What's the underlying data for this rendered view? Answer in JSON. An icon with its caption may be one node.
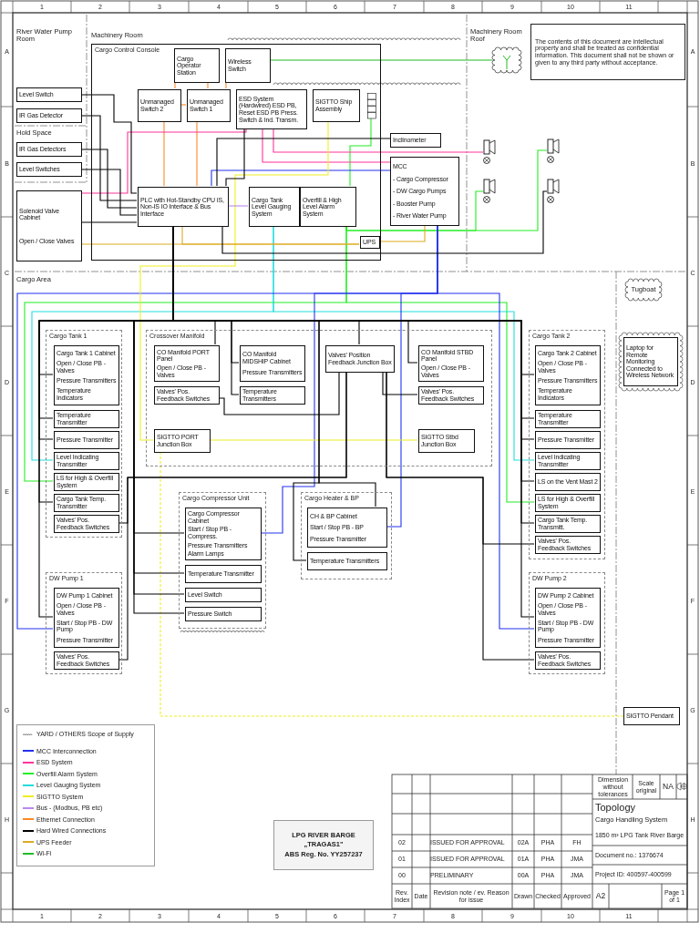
{
  "diagram": {
    "nodes": [
      {
        "text": [
          "Cargo Control Console"
        ]
      },
      {
        "text": [
          "Cargo Operator Station"
        ],
        "in": 0
      },
      {
        "text": [
          "Wireless Switch"
        ],
        "in": 0
      },
      {
        "text": [
          "Unmanaged Switch 2"
        ],
        "in": 0
      },
      {
        "text": [
          "Unmanaged Switch 1"
        ],
        "in": 0
      },
      {
        "text": [
          "ESD System (Hardwired) ESD PB, Reset ESD PB Press. Switch & Ind. Transm."
        ],
        "in": 0
      },
      {
        "text": [
          "SIGTTO Ship Assembly"
        ],
        "in": 0
      },
      {
        "text": [],
        "shape": "box",
        "in": 0
      },
      {
        "text": [
          "PLC with Hot-Standby CPU IS, Non-IS IO Interface & Bus Interface"
        ],
        "in": 0
      },
      {
        "text": [
          "Cargo Tank Level Gauging System"
        ],
        "in": 0
      },
      {
        "text": [
          "Overfill & High Level Alarm System"
        ],
        "in": 0
      },
      {
        "text": [
          "UPS"
        ],
        "in": 0
      },
      {
        "text": [
          "Level Switch"
        ]
      },
      {
        "text": [
          "IR Gas Detector"
        ]
      },
      {
        "text": [
          "IR Gas Detectors"
        ]
      },
      {
        "text": [
          "Level Switches"
        ]
      },
      {
        "text": [
          "Solenoid Valve Cabinet",
          "Open / Close Valves"
        ]
      },
      {
        "text": [
          "Inclinometer"
        ]
      },
      {
        "text": [
          "MCC",
          "- Cargo Compressor",
          "- DW Cargo Pumps",
          "- Booster Pump",
          "- River Water Pump"
        ]
      },
      {
        "text": [],
        "shape": "cloud"
      },
      {
        "text": [],
        "shape": "picture"
      },
      {
        "text": [],
        "shape": "picture"
      },
      {
        "text": [],
        "shape": "picture"
      },
      {
        "text": [],
        "shape": "picture"
      },
      {
        "text": [
          "Cargo Tank 1"
        ]
      },
      {
        "text": [
          "Cargo Tank 1 Cabinet",
          "Open / Close PB - Valves",
          "Pressure Transmitters",
          "Temperature Indicators"
        ],
        "in": 24
      },
      {
        "text": [
          "Temperature Transmitter"
        ],
        "in": 24
      },
      {
        "text": [
          "Pressure Transmitter"
        ],
        "in": 24
      },
      {
        "text": [
          "Level Indicating Transmitter"
        ],
        "in": 24
      },
      {
        "text": [
          "LS for High & Overfill System"
        ],
        "in": 24
      },
      {
        "text": [
          "Cargo Tank Temp. Transmitter"
        ],
        "in": 24
      },
      {
        "text": [
          "Valves' Pos. Feedback Switches"
        ],
        "in": 24
      },
      {
        "text": [
          "Crossover Manifold"
        ]
      },
      {
        "text": [
          "CO Manifold PORT Panel",
          "Open / Close PB - Valves"
        ],
        "in": 32
      },
      {
        "text": [
          "Valves' Pos. Feedback Switches"
        ],
        "in": 32
      },
      {
        "text": [
          "CO Manifold MIDSHIP Cabinet",
          "Pressure Transmitters"
        ],
        "in": 32
      },
      {
        "text": [
          "Temperature Transmitters"
        ],
        "in": 32
      },
      {
        "text": [
          "Valves' Position Feedback Junction Box"
        ],
        "in": 32
      },
      {
        "text": [
          "CO Manifold STBD Panel",
          "Open / Close PB - Valves"
        ],
        "in": 32
      },
      {
        "text": [
          "Valves' Pos. Feedback Switches"
        ],
        "in": 32
      },
      {
        "text": [
          "SIGTTO PORT Junction Box"
        ],
        "in": 32
      },
      {
        "text": [
          "SIGTTO Stbd Junction Box"
        ],
        "in": 32
      },
      {
        "text": [
          "Cargo Tank 2"
        ]
      },
      {
        "text": [
          "Cargo Tank 2 Cabinet",
          "Open / Close PB - Valves",
          "Pressure Transmitters",
          "Temperature Indicators"
        ],
        "in": 42
      },
      {
        "text": [
          "Temperature Transmitter"
        ],
        "in": 42
      },
      {
        "text": [
          "Pressure Transmitter"
        ],
        "in": 42
      },
      {
        "text": [
          "Level Indicating Transmitter"
        ],
        "in": 42
      },
      {
        "text": [
          "LS on the Vent Mast 2"
        ],
        "in": 42
      },
      {
        "text": [
          "LS for High & Overfill System"
        ],
        "in": 42
      },
      {
        "text": [
          "Cargo Tank Temp. Transmitt."
        ],
        "in": 42
      },
      {
        "text": [
          "Valves' Pos. Feedback Switches"
        ],
        "in": 42
      },
      {
        "text": [
          "Tugboat"
        ]
      },
      {
        "text": [
          "Laptop for Remote Monitoring Connected to Wireless Network"
        ]
      },
      {
        "text": [
          "Cargo Compressor Unit"
        ]
      },
      {
        "text": [
          "Cargo Compressor Cabinet",
          "Start / Stop PB - Compress.",
          "Pressure Transmitters",
          "Alarm Lamps"
        ],
        "in": 53
      },
      {
        "text": [
          "Temperature Transmitter"
        ],
        "in": 53
      },
      {
        "text": [
          "Level Switch"
        ],
        "in": 53
      },
      {
        "text": [
          "Pressure Switch"
        ],
        "in": 53
      },
      {
        "text": [
          "Cargo Heater & BP"
        ]
      },
      {
        "text": [
          "CH & BP Cabinet",
          "Start / Stop PB - BP",
          "Pressure Transmitter"
        ],
        "in": 58
      },
      {
        "text": [
          "Temperature Transmitters"
        ],
        "in": 58
      },
      {
        "text": [
          "DW Pump 1"
        ]
      },
      {
        "text": [
          "DW Pump 1 Cabinet",
          "Open / Close PB - Valves",
          "Start / Stop PB - DW Pump",
          "Pressure Transmitter"
        ],
        "in": 61
      },
      {
        "text": [
          "Valves' Pos. Feedback Switches"
        ],
        "in": 61
      },
      {
        "text": [
          "DW Pump 2"
        ]
      },
      {
        "text": [
          "DW Pump 2 Cabinet",
          "Open / Close PB - Valves",
          "Start / Stop PB - DW Pump",
          "Pressure Transmitter"
        ],
        "in": 64
      },
      {
        "text": [
          "Valves' Pos. Feedback Switches"
        ],
        "in": 64
      },
      {
        "text": [
          "SIGTTO Pendant"
        ]
      },
      {
        "text": [
          "LPG RIVER BARGE",
          "„TRAGAS1\"",
          "ABS Reg. No. YY257237"
        ]
      }
    ],
    "edges": [
      {
        "from": 1,
        "to": 3,
        "arrow": "none",
        "color": "#ff8822"
      },
      {
        "from": 1,
        "to": 4,
        "arrow": "none",
        "color": "#ff8822"
      },
      {
        "from": 2,
        "to": 4,
        "arrow": "none",
        "color": "#ff8822"
      },
      {
        "from": 3,
        "to": 4,
        "arrow": "none",
        "color": "#ff8822"
      },
      {
        "from": 3,
        "to": 8,
        "arrow": "none",
        "color": "#ff8822"
      },
      {
        "from": 4,
        "to": 8,
        "arrow": "none",
        "color": "#ff8822"
      },
      {
        "from": 2,
        "to": 19,
        "arrow": "none",
        "color": "#22bb22"
      },
      {
        "from": 10,
        "to": 7,
        "arrow": "none",
        "color": "#22ee22"
      },
      {
        "from": 10,
        "to": 21,
        "arrow": "none",
        "color": "#22ee22"
      },
      {
        "from": 10,
        "to": 22,
        "arrow": "none",
        "color": "#22ee22"
      },
      {
        "from": 10,
        "to": 29,
        "arrow": "none",
        "color": "#22ee22"
      },
      {
        "from": 10,
        "to": 48,
        "arrow": "none",
        "color": "#22ee22"
      },
      {
        "from": 9,
        "to": 28,
        "arrow": "none",
        "color": "#22dddd"
      },
      {
        "from": 9,
        "to": 46,
        "arrow": "none",
        "color": "#22dddd"
      },
      {
        "from": 8,
        "to": 18,
        "arrow": "none",
        "color": "#2233ee"
      },
      {
        "from": 18,
        "to": 62,
        "arrow": "none",
        "color": "#2233ee"
      },
      {
        "from": 18,
        "to": 54,
        "arrow": "none",
        "color": "#2233ee"
      },
      {
        "from": 18,
        "to": 59,
        "arrow": "none",
        "color": "#2233ee"
      },
      {
        "from": 18,
        "to": 65,
        "arrow": "none",
        "color": "#2233ee"
      },
      {
        "from": 16,
        "to": 5,
        "arrow": "none",
        "color": "#ff3399"
      },
      {
        "from": 5,
        "to": 20,
        "arrow": "none",
        "color": "#ff3399"
      },
      {
        "from": 5,
        "to": 18,
        "arrow": "none",
        "color": "#ff3399"
      },
      {
        "from": 6,
        "to": 40,
        "arrow": "none",
        "color": "#eeee22"
      },
      {
        "from": 40,
        "to": 41,
        "arrow": "none",
        "color": "#eeee22"
      },
      {
        "from": 40,
        "to": 67,
        "arrow": "none",
        "color": "#eeee22",
        "style": "dashed"
      },
      {
        "from": 8,
        "to": 9,
        "arrow": "none",
        "color": "#bb88ee"
      },
      {
        "from": 11,
        "to": 16,
        "arrow": "none",
        "color": "#ddaa22"
      },
      {
        "from": 11,
        "to": 18,
        "arrow": "none",
        "color": "#ddaa22"
      },
      {
        "from": 11,
        "to": 8,
        "arrow": "none",
        "color": "#ddaa22"
      },
      {
        "from": 12,
        "to": 8,
        "arrow": "none"
      },
      {
        "from": 13,
        "to": 8,
        "arrow": "none"
      },
      {
        "from": 14,
        "to": 8,
        "arrow": "none"
      },
      {
        "from": 15,
        "to": 8,
        "arrow": "none"
      },
      {
        "from": 8,
        "to": 17,
        "arrow": "none"
      },
      {
        "from": 5,
        "to": 8,
        "arrow": "none"
      },
      {
        "from": 8,
        "to": 16,
        "arrow": "none"
      },
      {
        "from": 8,
        "to": 23,
        "arrow": "none"
      },
      {
        "from": 8,
        "to": 37,
        "arrow": "none"
      },
      {
        "from": 37,
        "to": 31,
        "arrow": "none"
      },
      {
        "from": 37,
        "to": 63,
        "arrow": "none"
      },
      {
        "from": 37,
        "to": 34,
        "arrow": "none"
      },
      {
        "from": 37,
        "to": 39,
        "arrow": "none"
      },
      {
        "from": 37,
        "to": 50,
        "arrow": "none"
      },
      {
        "from": 37,
        "to": 66,
        "arrow": "none"
      },
      {
        "from": 8,
        "to": 25,
        "arrow": "none"
      },
      {
        "from": 8,
        "to": 26,
        "arrow": "none"
      },
      {
        "from": 8,
        "to": 27,
        "arrow": "none"
      },
      {
        "from": 8,
        "to": 30,
        "arrow": "none"
      },
      {
        "from": 8,
        "to": 54,
        "arrow": "none"
      },
      {
        "from": 8,
        "to": 55,
        "arrow": "none"
      },
      {
        "from": 8,
        "to": 56,
        "arrow": "none"
      },
      {
        "from": 8,
        "to": 57,
        "arrow": "none"
      },
      {
        "from": 8,
        "to": 62,
        "arrow": "none"
      },
      {
        "from": 8,
        "to": 33,
        "arrow": "none"
      },
      {
        "from": 8,
        "to": 35,
        "arrow": "none"
      },
      {
        "from": 8,
        "to": 36,
        "arrow": "none"
      },
      {
        "from": 8,
        "to": 38,
        "arrow": "none"
      },
      {
        "from": 8,
        "to": 59,
        "arrow": "none"
      },
      {
        "from": 8,
        "to": 60,
        "arrow": "none"
      },
      {
        "from": 8,
        "to": 43,
        "arrow": "none"
      },
      {
        "from": 8,
        "to": 44,
        "arrow": "none"
      },
      {
        "from": 8,
        "to": 45,
        "arrow": "none"
      },
      {
        "from": 8,
        "to": 47,
        "arrow": "none"
      },
      {
        "from": 8,
        "to": 49,
        "arrow": "none"
      },
      {
        "from": 8,
        "to": 65,
        "arrow": "none"
      }
    ],
    "labels": [
      "River Water Pump Room",
      "Machinery Room",
      "Machinery Room Roof",
      "Hold Space",
      "Cargo Area",
      "The contents of this document are intellectual property and shall be treated as confidential information. This document shall not be shown or given to any third party without acceptance.",
      "1",
      "2",
      "3",
      "4",
      "5",
      "6",
      "7",
      "8",
      "9",
      "10",
      "11",
      "1",
      "2",
      "3",
      "4",
      "5",
      "6",
      "7",
      "8",
      "9",
      "10",
      "11",
      "A",
      "B",
      "C",
      "D",
      "E",
      "F",
      "G",
      "H",
      "A",
      "B",
      "C",
      "D",
      "E",
      "F",
      "G",
      "H",
      "Dimension without tolerances",
      "Scale original",
      "NA",
      "Topology",
      "Cargo Handling System",
      "1850 m³ LPG Tank River Barge",
      "Document no.: 1376674",
      "Project ID: 400597-400599",
      "02",
      "ISSUED FOR APPROVAL",
      "02A",
      "PHA",
      "FH",
      "01",
      "ISSUED FOR APPROVAL",
      "01A",
      "PHA",
      "JMA",
      "00",
      "PRELIMINARY",
      "00A",
      "PHA",
      "JMA",
      "Rev. Index",
      "Date",
      "Revision note / ev. Reason for issue",
      "Drawn",
      "Checked",
      "Approved",
      "A2",
      "Page 1 of 1"
    ],
    "legend": [
      {
        "text": "YARD / OTHERS Scope of Supply"
      },
      {
        "text": "MCC Interconnection",
        "color": "#2233ee"
      },
      {
        "text": "ESD System",
        "color": "#ff3399"
      },
      {
        "text": "Overfill Alarm System",
        "color": "#22ee22"
      },
      {
        "text": "Level Gauging System",
        "color": "#22dddd"
      },
      {
        "text": "SIGTTO System",
        "color": "#eeee22"
      },
      {
        "text": "Bus - (Modbus, PB etc)",
        "color": "#bb88ee"
      },
      {
        "text": "Ethernet Connection",
        "color": "#ff8822"
      },
      {
        "text": "Hard Wired Connections",
        "color": "#000000"
      },
      {
        "text": "UPS Feeder",
        "color": "#ddaa22"
      },
      {
        "text": "Wi-Fi",
        "color": "#22bb22"
      }
    ]
  }
}
